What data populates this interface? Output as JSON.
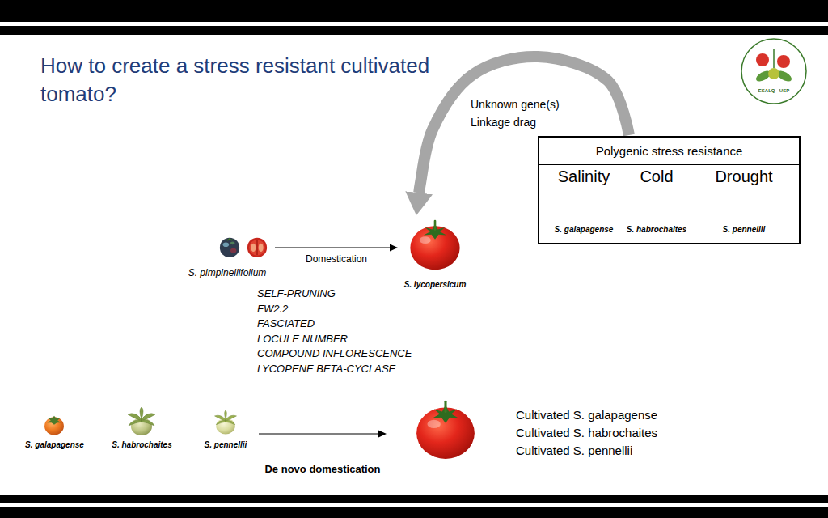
{
  "diagram": {
    "title": "How to create a stress resistant cultivated tomato?",
    "nodes": [
      {
        "text": [
          "Polygenic stress resistance"
        ]
      },
      {
        "text": [
          "Salinity",
          "S. galapagense"
        ],
        "in": 0
      },
      {
        "text": [
          "Cold",
          "S. habrochaites"
        ],
        "in": 0
      },
      {
        "text": [
          "Drought",
          "S. pennellii"
        ],
        "in": 0
      },
      {
        "text": [
          "S. pimpinellifolium"
        ]
      },
      {
        "text": [
          "S. lycopersicum"
        ]
      },
      {
        "text": [
          "S. galapagense"
        ]
      },
      {
        "text": [
          "S. habrochaites"
        ]
      },
      {
        "text": [
          "S. pennellii"
        ]
      },
      {
        "text": [
          "Cultivated S. galapagense",
          "Cultivated S. habrochaites",
          "Cultivated S. pennellii"
        ]
      }
    ],
    "edges": [
      {
        "from": 0,
        "to": 5,
        "label": "Unknown gene(s) Linkage drag",
        "arrow": "to"
      },
      {
        "from": 4,
        "to": 5,
        "label": "Domestication",
        "arrow": "to"
      },
      {
        "from": 8,
        "to": 9,
        "label": "De novo domestication",
        "arrow": "to"
      }
    ],
    "labels": [
      "SELF-PRUNING",
      "FW2.2",
      "FASCIATED",
      "LOCULE NUMBER",
      "COMPOUND INFLORESCENCE",
      "LYCOPENE BETA-CYCLASE",
      "ESALQ - USP"
    ]
  }
}
